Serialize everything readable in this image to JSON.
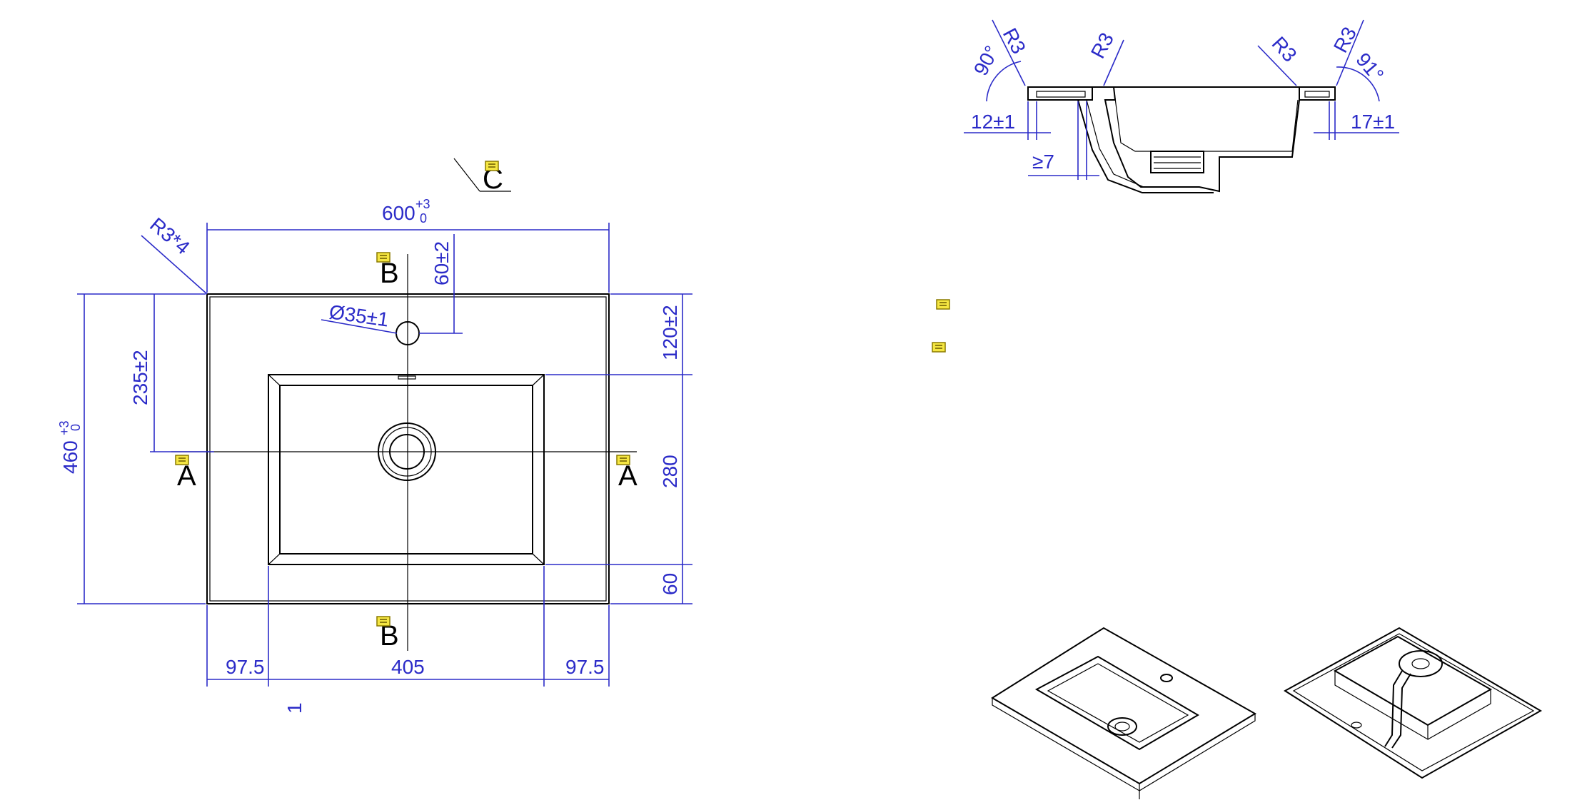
{
  "drawing": {
    "colors": {
      "dimension": "#2b2bc8",
      "outline": "#000000",
      "note_marker": "#f5e642"
    },
    "top_view": {
      "width_label": "600",
      "width_tol_upper": "+3",
      "width_tol_lower": "0",
      "height_label": "460",
      "height_tol_upper": "+3",
      "height_tol_lower": "0",
      "corner_radius": "R3*4",
      "tap_hole_diameter": "Ø35±1",
      "tap_hole_offset": "60±2",
      "drain_offset": "235±2",
      "top_margin": "120±2",
      "bowl_depth_dim": "280",
      "bottom_margin": "60",
      "left_margin": "97.5",
      "bowl_width": "405",
      "right_margin": "97.5",
      "section_a_left": "A",
      "section_a_right": "A",
      "section_b_top": "B",
      "section_b_bottom": "B",
      "section_c": "C",
      "page_marker": "1"
    },
    "section_view": {
      "radius_left_outer": "R3",
      "radius_left_inner": "R3",
      "radius_right_inner": "R3",
      "radius_right_outer": "R3",
      "angle_left": "90°",
      "angle_right": "91°",
      "thickness_left": "12±1",
      "thickness_right": "17±1",
      "min_wall": "≥7"
    },
    "icons": [
      "note-icon",
      "note-icon",
      "note-icon",
      "note-icon",
      "note-icon",
      "note-icon",
      "note-icon"
    ]
  }
}
